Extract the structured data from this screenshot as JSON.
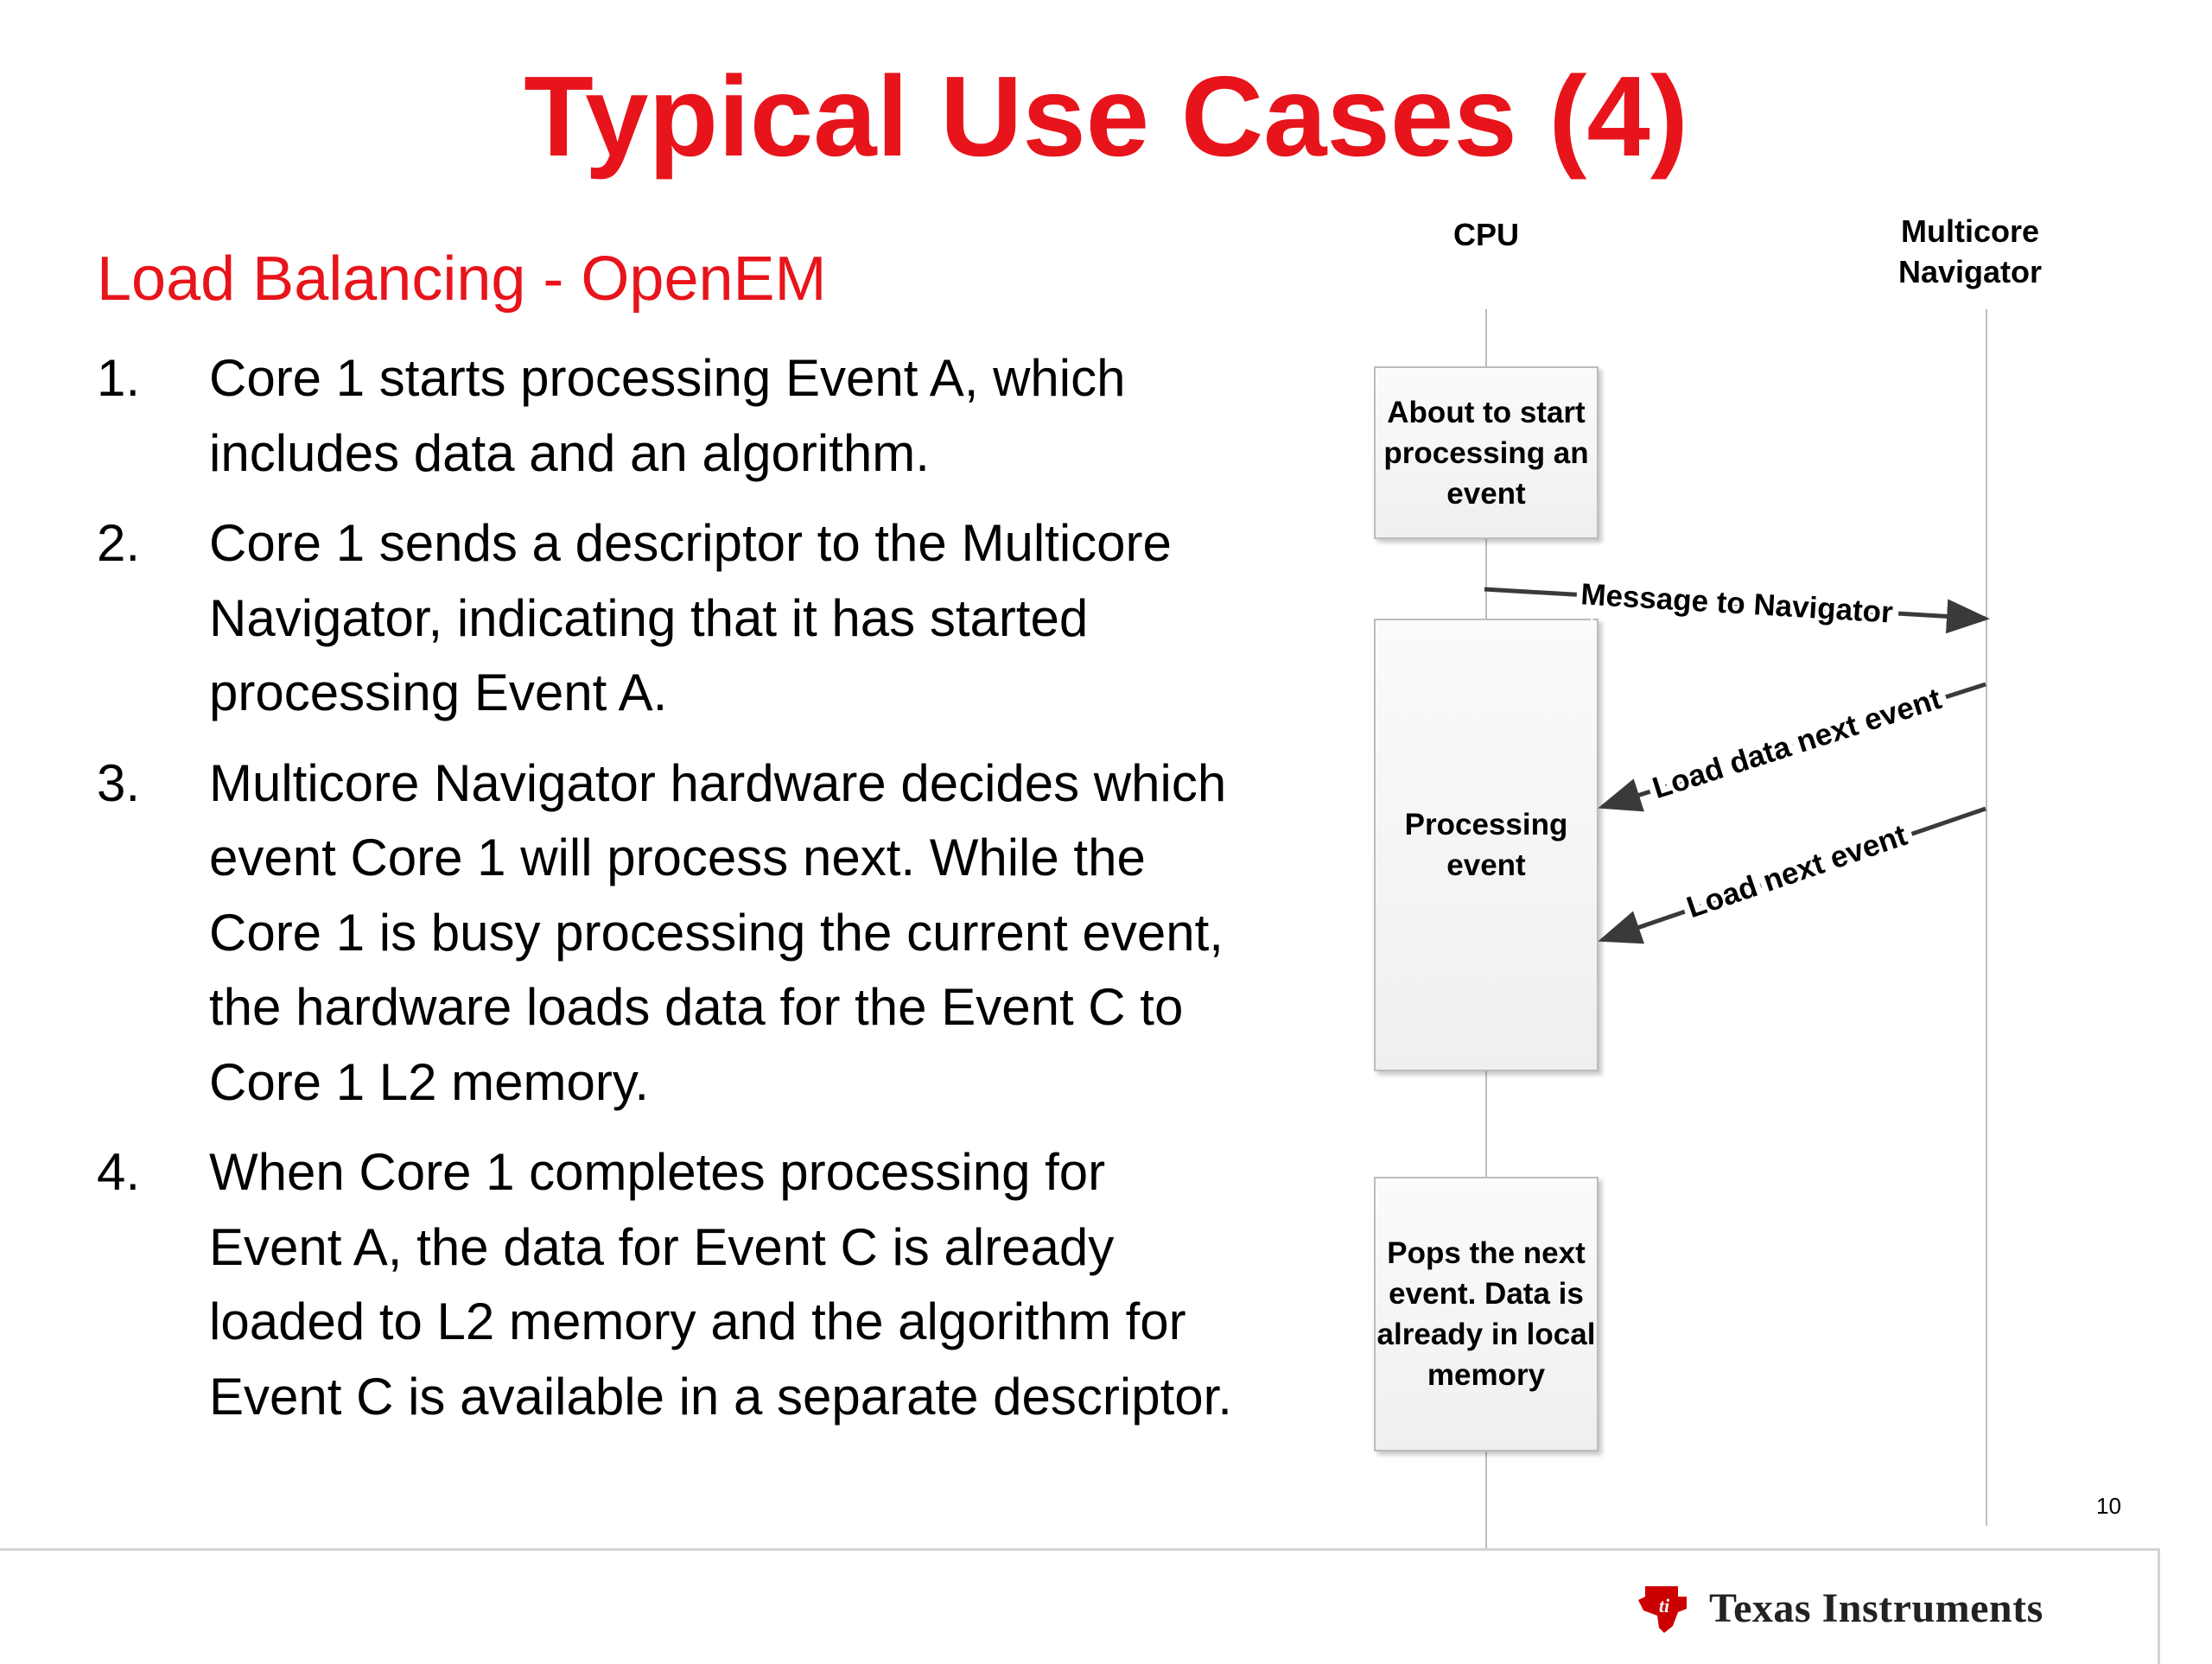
{
  "slide": {
    "title": "Typical Use Cases (4)",
    "subtitle": "Load Balancing - OpenEM",
    "steps": [
      {
        "num": "1.",
        "text": "Core 1 starts processing Event A, which includes data and an algorithm."
      },
      {
        "num": "2.",
        "text": "Core 1 sends a descriptor to the Multicore Navigator, indicating that it has started processing Event A."
      },
      {
        "num": "3.",
        "text": "Multicore Navigator hardware decides which event Core 1 will process next. While the Core 1 is busy processing the current event, the hardware loads data for the Event C to Core 1 L2 memory."
      },
      {
        "num": "4.",
        "text": "When Core 1 completes processing for Event A, the data for Event C is already loaded to L2 memory and the algorithm for Event C is available in a separate descriptor."
      }
    ],
    "page_number": "10"
  },
  "diagram": {
    "lanes": {
      "cpu": "CPU",
      "navigator": "Multicore Navigator"
    },
    "boxes": {
      "start": "About to start processing an event",
      "processing": "Processing event",
      "pops": "Pops the next event. Data is already in local memory"
    },
    "messages": {
      "to_navigator": "Message to Navigator",
      "load_data": "Load data next event",
      "load_next": "Load next event"
    }
  },
  "footer": {
    "logo_text": "Texas Instruments",
    "logo_icon": "ti-logo-icon"
  },
  "colors": {
    "title_red": "#e8141b",
    "logo_red": "#cc0000"
  }
}
